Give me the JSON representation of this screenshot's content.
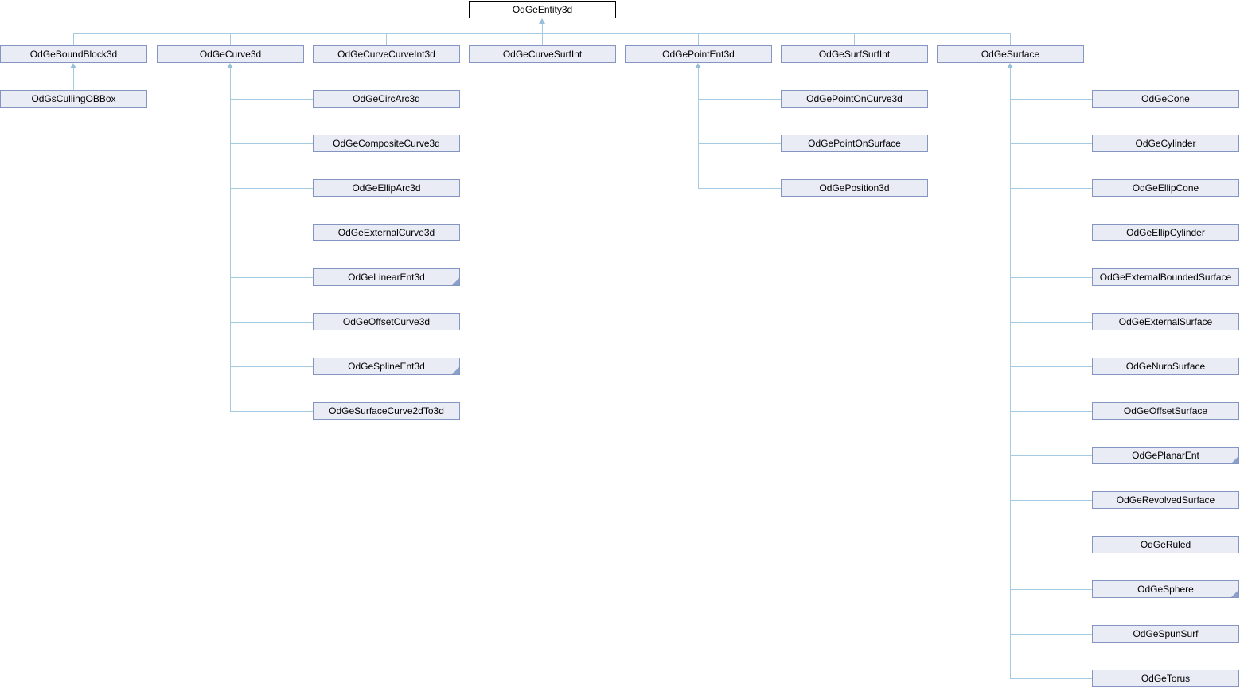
{
  "diagram": {
    "title": "OdGeEntity3d inheritance diagram",
    "root": {
      "label": "OdGeEntity3d"
    },
    "top_row": [
      {
        "label": "OdGeBoundBlock3d"
      },
      {
        "label": "OdGeCurve3d"
      },
      {
        "label": "OdGeCurveCurveInt3d"
      },
      {
        "label": "OdGeCurveSurfInt"
      },
      {
        "label": "OdGePointEnt3d"
      },
      {
        "label": "OdGeSurfSurfInt"
      },
      {
        "label": "OdGeSurface"
      }
    ],
    "boundblock_children": [
      {
        "label": "OdGsCullingOBBox"
      }
    ],
    "curve_children": [
      {
        "label": "OdGeCircArc3d"
      },
      {
        "label": "OdGeCompositeCurve3d"
      },
      {
        "label": "OdGeEllipArc3d"
      },
      {
        "label": "OdGeExternalCurve3d"
      },
      {
        "label": "OdGeLinearEnt3d",
        "has_subclasses": true
      },
      {
        "label": "OdGeOffsetCurve3d"
      },
      {
        "label": "OdGeSplineEnt3d",
        "has_subclasses": true
      },
      {
        "label": "OdGeSurfaceCurve2dTo3d"
      }
    ],
    "pointent_children": [
      {
        "label": "OdGePointOnCurve3d"
      },
      {
        "label": "OdGePointOnSurface"
      },
      {
        "label": "OdGePosition3d"
      }
    ],
    "surface_children": [
      {
        "label": "OdGeCone"
      },
      {
        "label": "OdGeCylinder"
      },
      {
        "label": "OdGeEllipCone"
      },
      {
        "label": "OdGeEllipCylinder"
      },
      {
        "label": "OdGeExternalBoundedSurface"
      },
      {
        "label": "OdGeExternalSurface"
      },
      {
        "label": "OdGeNurbSurface"
      },
      {
        "label": "OdGeOffsetSurface"
      },
      {
        "label": "OdGePlanarEnt",
        "has_subclasses": true
      },
      {
        "label": "OdGeRevolvedSurface"
      },
      {
        "label": "OdGeRuled"
      },
      {
        "label": "OdGeSphere",
        "has_subclasses": true
      },
      {
        "label": "OdGeSpunSurf"
      },
      {
        "label": "OdGeTorus"
      }
    ],
    "colors": {
      "edge_line": "#a5cbe2",
      "arrowhead": "#96c0da",
      "node_border": "#8495c2",
      "node_fill": "#e9ecf5",
      "root_border": "#000000",
      "root_fill": "#ffffff",
      "fold_corner": "#8ba0c8"
    }
  }
}
